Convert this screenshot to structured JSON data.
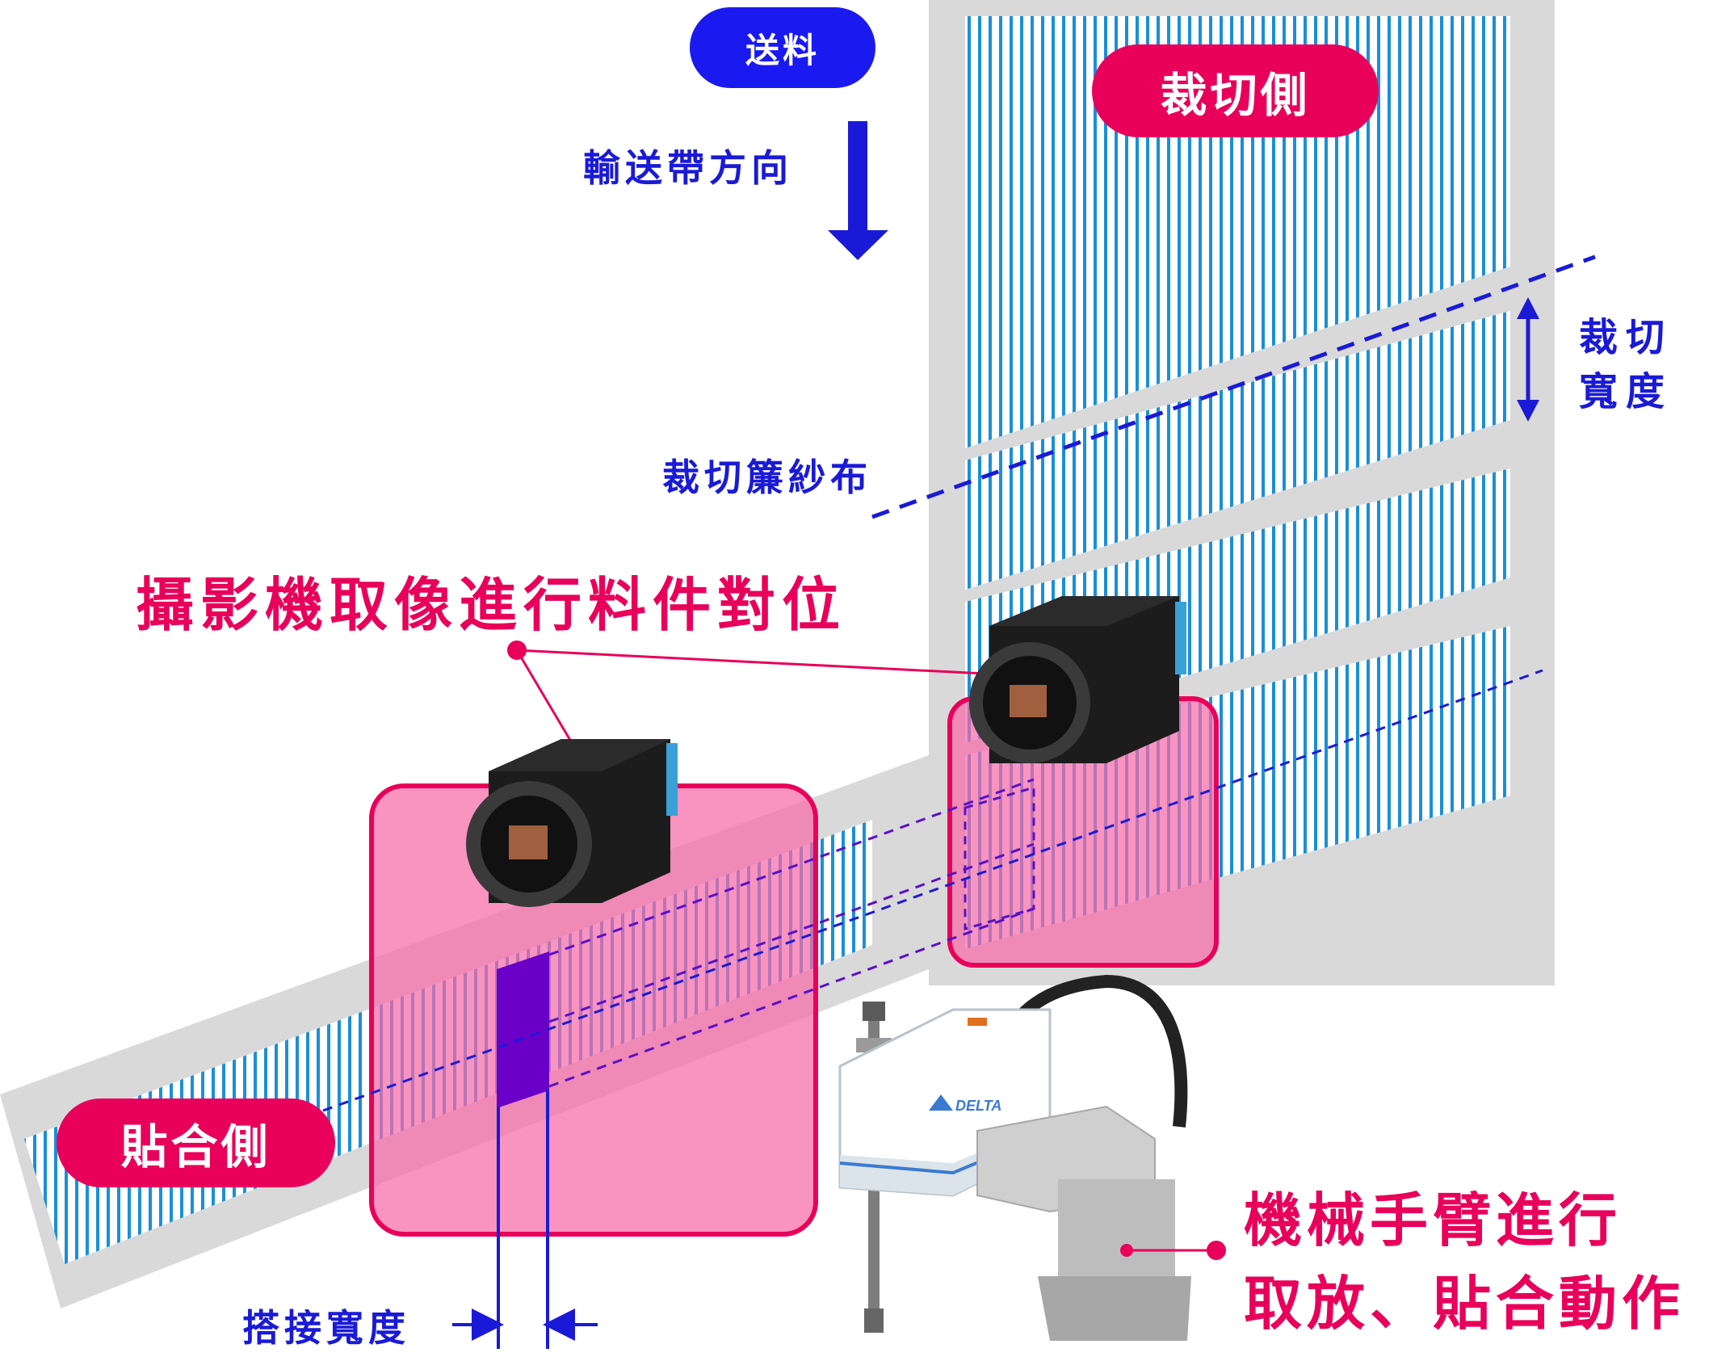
{
  "labels": {
    "feed": "送料",
    "conveyor_direction": "輸送帶方向",
    "cut_side": "裁切側",
    "cut_width_line1": "裁切",
    "cut_width_line2": "寬度",
    "cut_fabric": "裁切簾紗布",
    "camera_alignment": "攝影機取像進行料件對位",
    "bond_side": "貼合側",
    "overlap_width": "搭接寬度",
    "robot_line1": "機械手臂進行",
    "robot_line2": "取放、貼合動作"
  },
  "brand": "DELTA",
  "colors": {
    "blue_text": "#1a1ad6",
    "pink_accent": "#e8005a",
    "pink_highlight": "#f76aa8",
    "fabric_stripe": "#1a8fd8",
    "gray_panel": "#d9d9d9",
    "overlap_patch": "#6a00c8",
    "feed_pill": "#1a1af0"
  }
}
